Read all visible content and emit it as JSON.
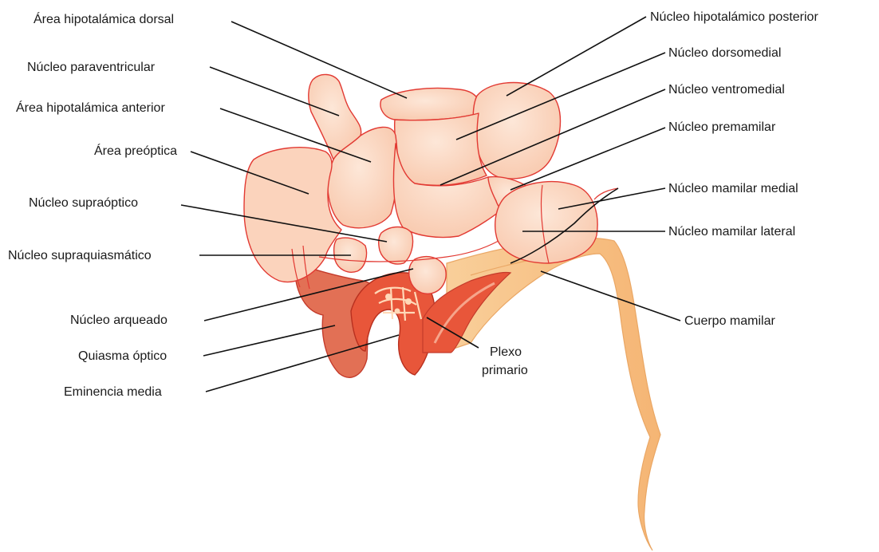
{
  "labels": {
    "dorsal_area": "Área hipotalámica dorsal",
    "paraventricular": "Núcleo paraventricular",
    "anterior_area": "Área hipotalámica anterior",
    "preoptic": "Área preóptica",
    "supraoptic": "Núcleo supraóptico",
    "suprachiasmatic": "Núcleo supraquiasmático",
    "arcuate": "Núcleo arqueado",
    "optic_chiasm": "Quiasma óptico",
    "median_eminence": "Eminencia media",
    "primary_plexus_line1": "Plexo",
    "primary_plexus_line2": "primario",
    "posterior": "Núcleo hipotalámico posterior",
    "dorsomedial": "Núcleo dorsomedial",
    "ventromedial": "Núcleo ventromedial",
    "premamillary": "Núcleo premamilar",
    "medial_mamillary": "Núcleo mamilar medial",
    "lateral_mamillary": "Núcleo mamilar lateral",
    "mamillary_body": "Cuerpo mamilar"
  },
  "colors": {
    "nucleus_fill": "#fbd3bc",
    "nucleus_outline": "#e23a33",
    "tract_fill": "#f7c08a",
    "vessel_fill": "#e8563a",
    "chiasm_fill": "#e27055",
    "label_text": "#1a1a1a"
  }
}
